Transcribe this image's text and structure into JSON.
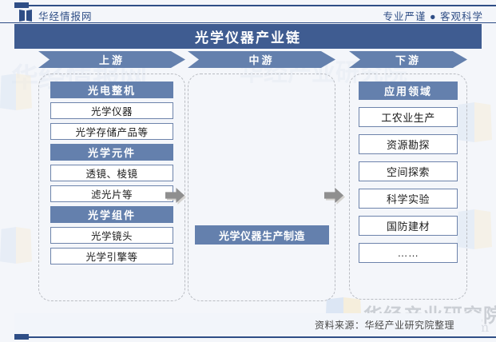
{
  "header": {
    "logo_icon": "book-pages-icon",
    "brand": "华经情报网",
    "tagline": "专业严谨 ● 客观科学"
  },
  "title": "光学仪器产业链",
  "colors": {
    "title_bar": "#3f5c91",
    "section_header": "#6480ad",
    "cell_border": "#6d83ab",
    "panel_dashed": "#b9bcc2",
    "arrow": "#8f8f8f",
    "brand_blue": "#2f4e86"
  },
  "columns": [
    {
      "key": "upstream",
      "banner": "上游",
      "groups": [
        {
          "header": "光电整机",
          "items": [
            "光学仪器",
            "光学存储产品等"
          ]
        },
        {
          "header": "光学元件",
          "items": [
            "透镜、棱镜",
            "滤光片等"
          ]
        },
        {
          "header": "光学组件",
          "items": [
            "光学镜头",
            "光学引擎等"
          ]
        }
      ]
    },
    {
      "key": "midstream",
      "banner": "中游",
      "box": "光学仪器生产制造"
    },
    {
      "key": "downstream",
      "banner": "下游",
      "groups": [
        {
          "header": "应用领域",
          "items": [
            "工农业生产",
            "资源勘探",
            "空间探索",
            "科学实验",
            "国防建材",
            "……"
          ]
        }
      ]
    }
  ],
  "arrows": [
    {
      "name": "arrow-upstream-to-midstream",
      "icon": "arrow-right-icon"
    },
    {
      "name": "arrow-midstream-to-downstream",
      "icon": "arrow-right-icon"
    }
  ],
  "watermarks": {
    "институт": "华经产业研究院",
    "brand_mark": "华经产业研究院",
    "site": "www.huaon.com",
    "faint_top_left": "华经情报网"
  },
  "footer": {
    "source": "资料来源：华经产业研究院整理"
  }
}
